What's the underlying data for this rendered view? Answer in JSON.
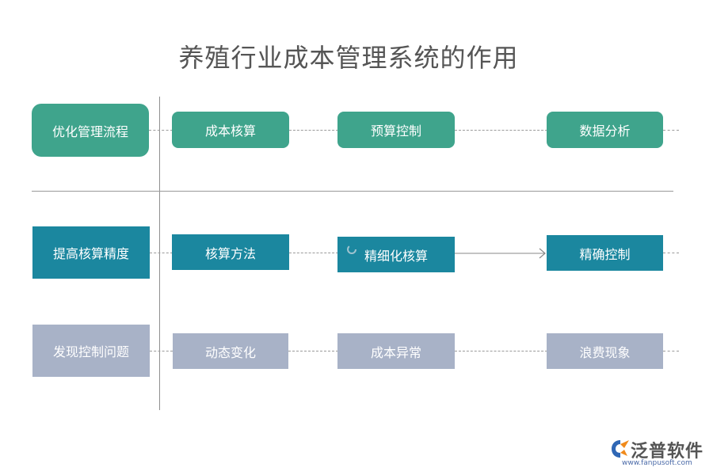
{
  "title": "养殖行业成本管理系统的作用",
  "rows": [
    {
      "head": "优化管理流程",
      "items": [
        "成本核算",
        "预算控制",
        "数据分析"
      ]
    },
    {
      "head": "提高核算精度",
      "items": [
        "核算方法",
        "精细化核算",
        "精确控制"
      ]
    },
    {
      "head": "发现控制问题",
      "items": [
        "动态变化",
        "成本异常",
        "浪费现象"
      ]
    }
  ],
  "colors": {
    "row1": "#3fa48c",
    "row2": "#1b879f",
    "row3": "#a8b2c7"
  },
  "logo": {
    "name": "泛普软件",
    "url": "www.fanpusoft.com"
  }
}
